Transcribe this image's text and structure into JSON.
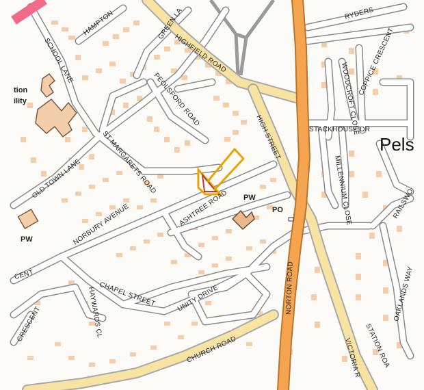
{
  "map": {
    "colors": {
      "background": "#fdfbf8",
      "road_fill": "#ffffff",
      "road_edge": "#8a8a8a",
      "a_road": "#f5a54f",
      "b_road": "#f7e4a3",
      "building": "#f4cdaa",
      "building_dark": "#e8b890",
      "marker": "#e8a300",
      "marker_inner": "#c0392b",
      "pink_road": "#f06a8a"
    },
    "place_name": "Pels",
    "place_name_left": "tion\nility",
    "roads": {
      "hampton": "HAMPTON",
      "green_lane": "GREEN LA",
      "school_lane": "SCHOOL LANE",
      "highfield_road": "HIGHFIELD ROAD",
      "peelsford_road": "PEOLSFORD ROAD",
      "st_margarets_road": "ST MARGARETS ROAD",
      "old_town_lane": "OLD TOWN LANE",
      "norbury_avenue": "NORBURY AVENUE",
      "ashtree_road": "ASHTREE ROAD",
      "high_street": "HIGH STREET",
      "ryders": "RYDERS",
      "woodcroft_close": "WOODCROFT CLOSE",
      "coppice_crescent": "COPPICE CRESCENT",
      "stackhouse_dr": "STACKHOUSE DR",
      "millennium_close": "MILLENNIUM CLOSE",
      "railswood": "RAILSWO",
      "chapel_street": "CHAPEL STREET",
      "haywards_cl": "HAYWARDS CL",
      "crescent_left": "CRESCENT",
      "cent": "CENT",
      "unity_drive": "UNITY DRIVE",
      "church_road": "CHURCH ROAD",
      "norton_road": "NORTON ROAD",
      "victoria": "VICTORIA R",
      "station_road": "STATION ROA",
      "oaklands_way": "OAKLANDS WAY"
    },
    "poi": {
      "pw_left": "PW",
      "pw_center": "PW",
      "po": "PO"
    }
  }
}
